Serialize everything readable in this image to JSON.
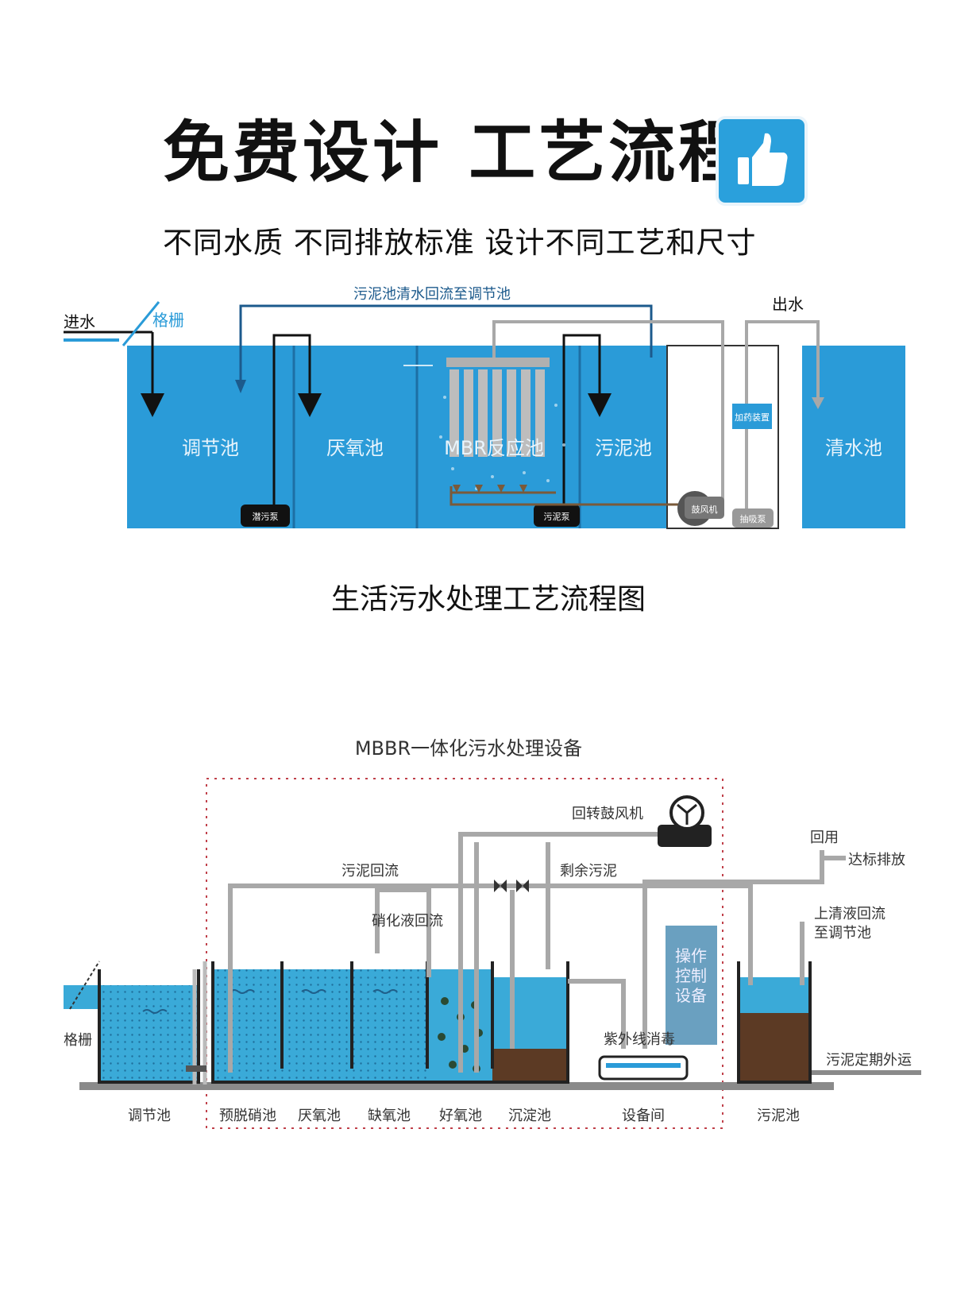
{
  "header": {
    "headline": "免费设计 工艺流程",
    "subline": "不同水质  不同排放标准  设计不同工艺和尺寸",
    "thumb_icon": "thumbs-up-icon"
  },
  "diagram1": {
    "caption": "生活污水处理工艺流程图",
    "inlet": "进水",
    "grille": "格栅",
    "sludge_return": "污泥池清水回流至调节池",
    "outlet": "出水",
    "tanks": [
      "调节池",
      "厌氧池",
      "MBR反应池",
      "污泥池",
      "清水池"
    ],
    "submersible_pump": "潜污泵",
    "sludge_pump": "污泥泵",
    "blower": "鼓风机",
    "dosing": "加药装置",
    "suction_pump": "抽吸泵"
  },
  "diagram2": {
    "title": "MBBR一体化污水处理设备",
    "blower": "回转鼓风机",
    "reuse": "回用",
    "discharge": "达标排放",
    "sludge_reflux": "污泥回流",
    "excess_sludge": "剩余污泥",
    "nitrate_reflux": "硝化液回流",
    "control": [
      "操作",
      "控制",
      "设备"
    ],
    "supernatant": [
      "上清液回流",
      "至调节池"
    ],
    "uv": "紫外线消毒",
    "sludge_out": "污泥定期外运",
    "grille": "格栅",
    "tanks": [
      "调节池",
      "预脱硝池",
      "厌氧池",
      "缺氧池",
      "好氧池",
      "沉淀池",
      "设备间",
      "污泥池"
    ]
  },
  "colors": {
    "tank_blue": "#2a9bd8",
    "pipe_navy": "#1c5a8c",
    "pipe_gray": "#a8a8a8",
    "water_blue": "#3aaad8",
    "sludge_brown": "#5c3a24",
    "dash_red": "#c0404a"
  }
}
